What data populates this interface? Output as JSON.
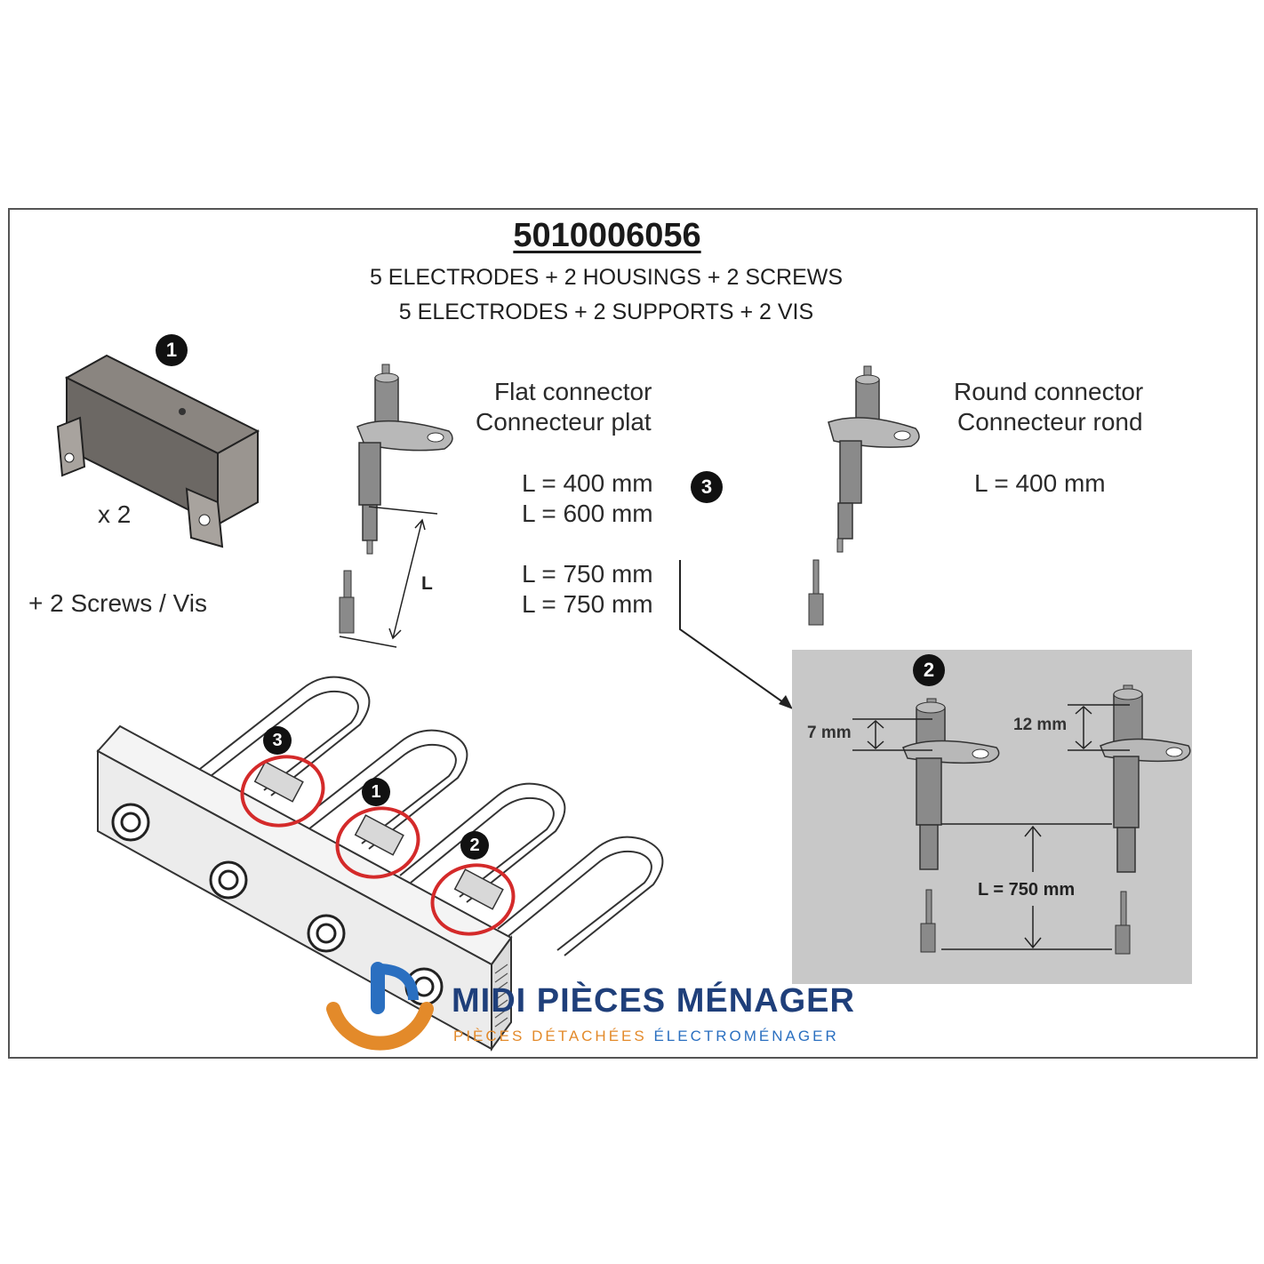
{
  "header": {
    "code": "5010006056",
    "line_en": "5 ELECTRODES + 2 HOUSINGS + 2 SCREWS",
    "line_fr": "5 ELECTRODES + 2 SUPPORTS + 2 VIS"
  },
  "part1": {
    "badge": "1",
    "quantity": "x 2",
    "screws": "+ 2 Screws / Vis"
  },
  "flat": {
    "title_en": "Flat connector",
    "title_fr": "Connecteur plat",
    "lengths": [
      "L = 400 mm",
      "L = 600 mm",
      "L = 750 mm",
      "L = 750 mm"
    ],
    "badge": "3",
    "dim_label": "L"
  },
  "round": {
    "title_en": "Round connector",
    "title_fr": "Connecteur rond",
    "length": "L = 400 mm"
  },
  "detail": {
    "badge": "2",
    "left_dim": "7 mm",
    "right_dim": "12 mm",
    "length": "L = 750 mm"
  },
  "burner": {
    "callouts": [
      "3",
      "1",
      "2"
    ],
    "highlight_color": "#d42a2a"
  },
  "logo": {
    "name": "MIDI PIÈCES MÉNAGER",
    "tag_part1": "PIÈCES DÉTACHÉES",
    "tag_part2": "ÉLECTROMÉNAGER",
    "colors": {
      "blue": "#2a6fc0",
      "orange": "#e38a2a",
      "navy": "#1f3f7a"
    }
  }
}
